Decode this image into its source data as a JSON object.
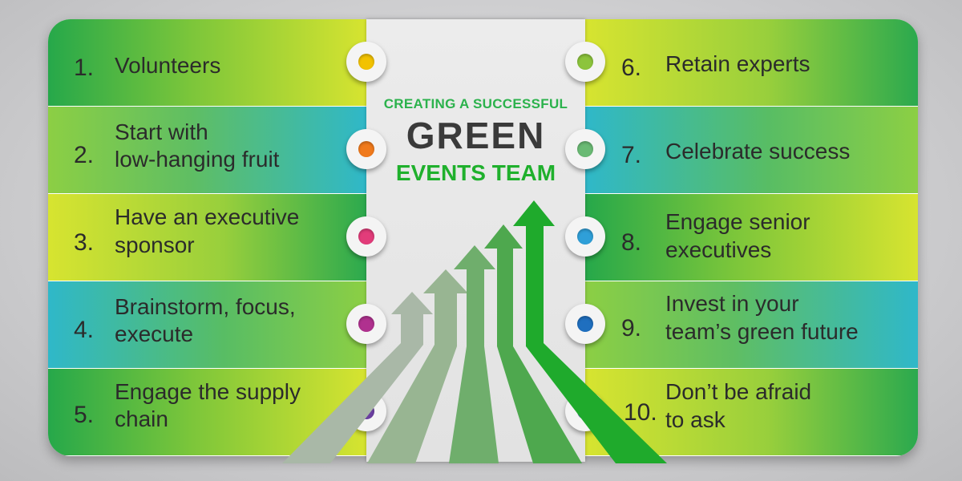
{
  "header": {
    "line1": "CREATING A SUCCESSFUL",
    "line2": "GREEN",
    "line3": "EVENTS TEAM"
  },
  "left_items": [
    {
      "num": "1.",
      "text_lines": [
        "Volunteers"
      ],
      "dot_color": "#f2c200"
    },
    {
      "num": "2.",
      "text_lines": [
        "Start with",
        "low-hanging fruit"
      ],
      "dot_color": "#f07a1c"
    },
    {
      "num": "3.",
      "text_lines": [
        "Have an executive",
        "sponsor"
      ],
      "dot_color": "#e23c7a"
    },
    {
      "num": "4.",
      "text_lines": [
        "Brainstorm, focus,",
        "execute"
      ],
      "dot_color": "#b0318f"
    },
    {
      "num": "5.",
      "text_lines": [
        "Engage the supply",
        "chain"
      ],
      "dot_color": "#6b3fa0"
    }
  ],
  "right_items": [
    {
      "num": "6.",
      "text_lines": [
        "Retain experts"
      ],
      "dot_color": "#8cc43c"
    },
    {
      "num": "7.",
      "text_lines": [
        "Celebrate success"
      ],
      "dot_color": "#6aba74"
    },
    {
      "num": "8.",
      "text_lines": [
        "Engage senior",
        "executives"
      ],
      "dot_color": "#2f9fd8"
    },
    {
      "num": "9.",
      "text_lines": [
        "Invest in your",
        "team’s green future"
      ],
      "dot_color": "#1f6fbf"
    },
    {
      "num": "10.",
      "text_lines": [
        "Don’t be afraid",
        "to ask"
      ],
      "dot_color": "#5f5fb0"
    }
  ],
  "colors": {
    "title_green": "#2bb24c",
    "title_dark": "#3a3a3a",
    "arrow_colors": [
      "#a9b8a7",
      "#98b592",
      "#6fae6c",
      "#4ea84e",
      "#1faa2c"
    ]
  }
}
